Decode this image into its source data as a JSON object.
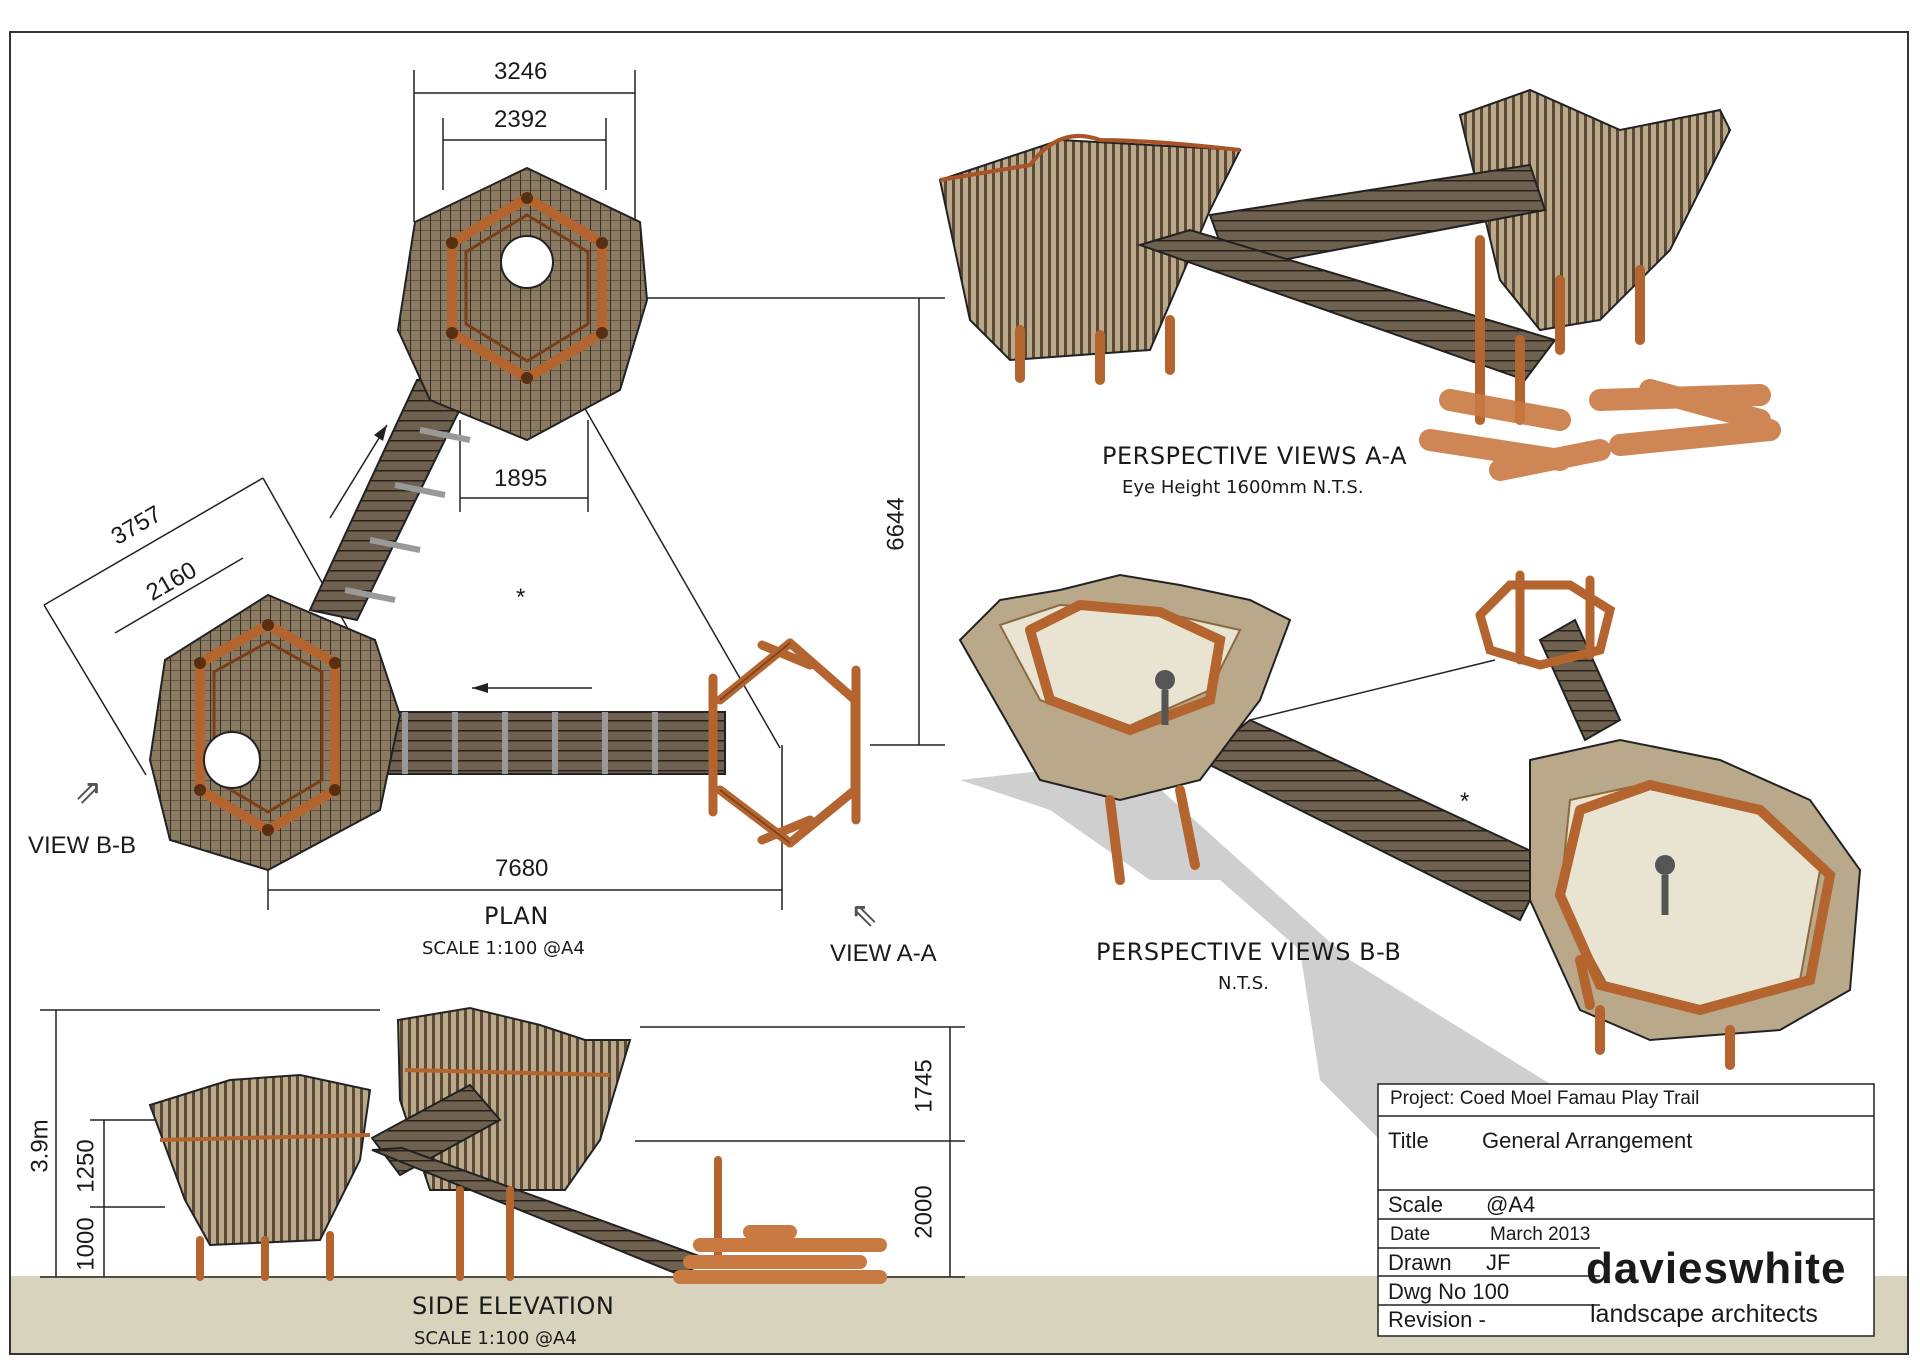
{
  "plan": {
    "dims": {
      "top_outer": "3246",
      "top_inner": "2392",
      "top_small": "1895",
      "left_outer": "3757",
      "left_inner": "2160",
      "height": "6644",
      "width": "7680"
    },
    "view_bb_label": "VIEW B-B",
    "view_aa_label": "VIEW A-A",
    "title": "PLAN",
    "scale": "SCALE 1:100 @A4",
    "star": "*"
  },
  "perspective_aa": {
    "title": "PERSPECTIVE VIEWS A-A",
    "note": "Eye Height 1600mm N.T.S."
  },
  "perspective_bb": {
    "title": "PERSPECTIVE VIEWS B-B",
    "note": "N.T.S.",
    "star": "*"
  },
  "elevation": {
    "title": "SIDE ELEVATION",
    "scale": "SCALE 1:100 @A4",
    "dims": {
      "total": "3.9m",
      "upper_left": "1250",
      "lower_left": "1000",
      "upper_right": "1745",
      "lower_right": "2000"
    }
  },
  "title_block": {
    "project": "Project: Coed Moel Famau Play Trail",
    "title_label": "Title",
    "title_value": "General Arrangement",
    "scale_label": "Scale",
    "scale_value": "@A4",
    "date_label": "Date",
    "date_value": "March 2013",
    "drawn_label": "Drawn",
    "drawn_value": "JF",
    "dwg_label": "Dwg No 100",
    "revision_label": "Revision -",
    "company": "davieswhite",
    "tagline": "landscape architects"
  },
  "colors": {
    "timber": "#b4642e",
    "timber_light": "#d98a52",
    "screen": "#7d6a52",
    "ground": "#d7d3bd",
    "line": "#1a1a1a"
  }
}
